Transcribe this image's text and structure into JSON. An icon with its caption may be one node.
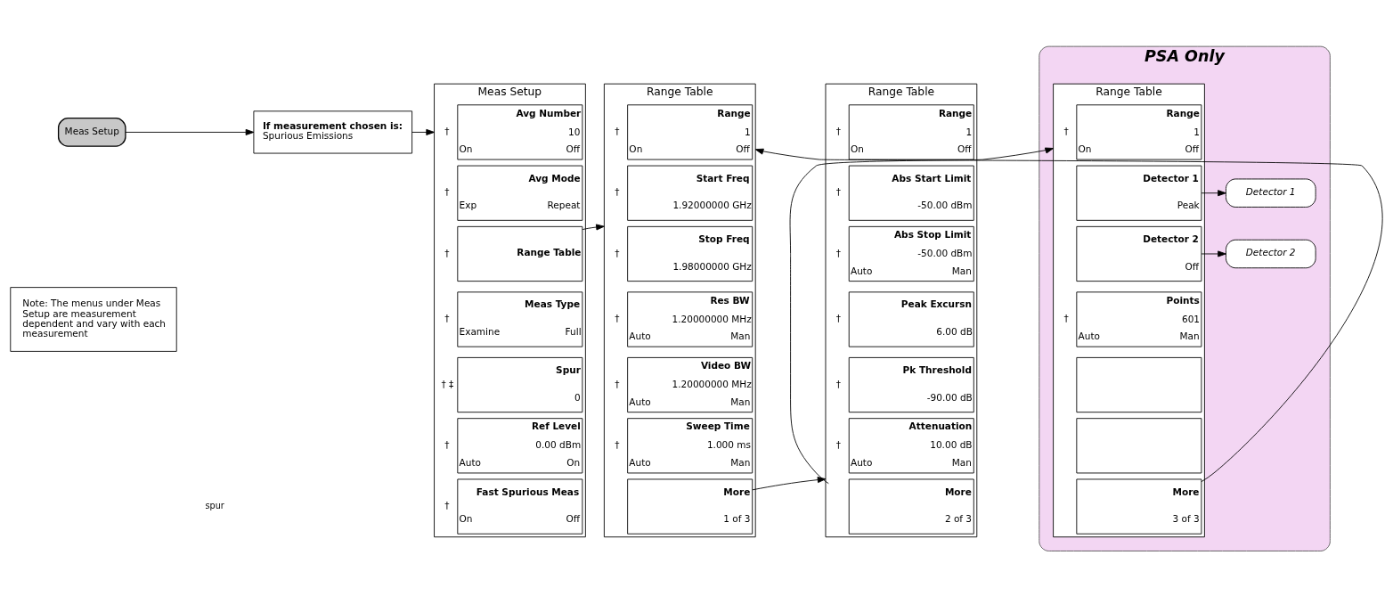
{
  "diagram": {
    "nodes": [
      {
        "text": [
          "Meas Setup"
        ]
      },
      {
        "text": [
          "If measurement chosen is:",
          "Spurious Emissions"
        ]
      },
      {
        "text": [
          "Note: The menus under Meas Setup are measurement dependent and vary with each measurement"
        ]
      },
      {
        "text": [
          "Meas Setup"
        ]
      },
      {
        "text": [
          "Avg Number",
          "10",
          "On",
          "Off"
        ],
        "in": 3,
        "beside": [
          "†"
        ]
      },
      {
        "text": [
          "Avg Mode",
          "Exp",
          "Repeat"
        ],
        "in": 3,
        "beside": [
          "†"
        ]
      },
      {
        "text": [
          "Range Table"
        ],
        "in": 3,
        "beside": [
          "†"
        ]
      },
      {
        "text": [
          "Meas Type",
          "Examine",
          "Full"
        ],
        "in": 3,
        "beside": [
          "†"
        ]
      },
      {
        "text": [
          "Spur",
          "0"
        ],
        "in": 3,
        "beside": [
          "† ‡"
        ]
      },
      {
        "text": [
          "Ref Level",
          "0.00 dBm",
          "Auto",
          "On"
        ],
        "in": 3,
        "beside": [
          "†"
        ]
      },
      {
        "text": [
          "Fast Spurious Meas",
          "On",
          "Off"
        ],
        "in": 3,
        "beside": [
          "†"
        ]
      },
      {
        "text": [
          "Range Table"
        ]
      },
      {
        "text": [
          "Range",
          "1",
          "On",
          "Off"
        ],
        "in": 11,
        "beside": [
          "†"
        ]
      },
      {
        "text": [
          "Start Freq",
          "1.92000000 GHz"
        ],
        "in": 11,
        "beside": [
          "†"
        ]
      },
      {
        "text": [
          "Stop Freq",
          "1.98000000 GHz"
        ],
        "in": 11,
        "beside": [
          "†"
        ]
      },
      {
        "text": [
          "Res BW",
          "1.20000000 MHz",
          "Auto",
          "Man"
        ],
        "in": 11,
        "beside": [
          "†"
        ]
      },
      {
        "text": [
          "Video BW",
          "1.20000000 MHz",
          "Auto",
          "Man"
        ],
        "in": 11,
        "beside": [
          "†"
        ]
      },
      {
        "text": [
          "Sweep Time",
          "1.000 ms",
          "Auto",
          "Man"
        ],
        "in": 11,
        "beside": [
          "†"
        ]
      },
      {
        "text": [
          "More",
          "1 of 3"
        ],
        "in": 11
      },
      {
        "text": [
          "Range Table"
        ]
      },
      {
        "text": [
          "Range",
          "1",
          "On",
          "Off"
        ],
        "in": 19,
        "beside": [
          "†"
        ]
      },
      {
        "text": [
          "Abs Start Limit",
          "-50.00 dBm"
        ],
        "in": 19,
        "beside": [
          "†"
        ]
      },
      {
        "text": [
          "Abs Stop Limit",
          "-50.00 dBm",
          "Auto",
          "Man"
        ],
        "in": 19,
        "beside": [
          "†"
        ]
      },
      {
        "text": [
          "Peak Excursn",
          "6.00 dB"
        ],
        "in": 19,
        "beside": [
          "†"
        ]
      },
      {
        "text": [
          "Pk Threshold",
          "-90.00 dB"
        ],
        "in": 19,
        "beside": [
          "†"
        ]
      },
      {
        "text": [
          "Attenuation",
          "10.00 dB",
          "Auto",
          "Man"
        ],
        "in": 19,
        "beside": [
          "†"
        ]
      },
      {
        "text": [
          "More",
          "2 of 3"
        ],
        "in": 19
      },
      {
        "text": [
          "PSA Only"
        ]
      },
      {
        "text": [
          "Range Table"
        ],
        "in": 27
      },
      {
        "text": [
          "Range",
          "1",
          "On",
          "Off"
        ],
        "in": 28,
        "beside": [
          "†"
        ]
      },
      {
        "text": [
          "Detector 1",
          "Peak"
        ],
        "in": 28
      },
      {
        "text": [
          "Detector 2",
          "Off"
        ],
        "in": 28
      },
      {
        "text": [
          "Points",
          "601",
          "Auto",
          "Man"
        ],
        "in": 28,
        "beside": [
          "†"
        ]
      },
      {
        "text": [],
        "shape": "box",
        "in": 28
      },
      {
        "text": [],
        "shape": "box",
        "in": 28
      },
      {
        "text": [
          "More",
          "3 of 3"
        ],
        "in": 28
      },
      {
        "text": [
          "Detector 1"
        ],
        "in": 27
      },
      {
        "text": [
          "Detector 2"
        ],
        "in": 27
      }
    ],
    "edges": [
      {
        "from": 0,
        "to": 1,
        "arrow": "to"
      },
      {
        "from": 1,
        "to": 3,
        "arrow": "to"
      },
      {
        "from": 6,
        "to": 11,
        "arrow": "to"
      },
      {
        "from": 18,
        "to": 19,
        "arrow": "to"
      },
      {
        "from": 26,
        "to": 28,
        "arrow": "to"
      },
      {
        "from": 35,
        "to": 11,
        "arrow": "to"
      },
      {
        "from": 30,
        "to": 36,
        "arrow": "to"
      },
      {
        "from": 31,
        "to": 37,
        "arrow": "to"
      }
    ],
    "labels": [
      "spur"
    ]
  }
}
